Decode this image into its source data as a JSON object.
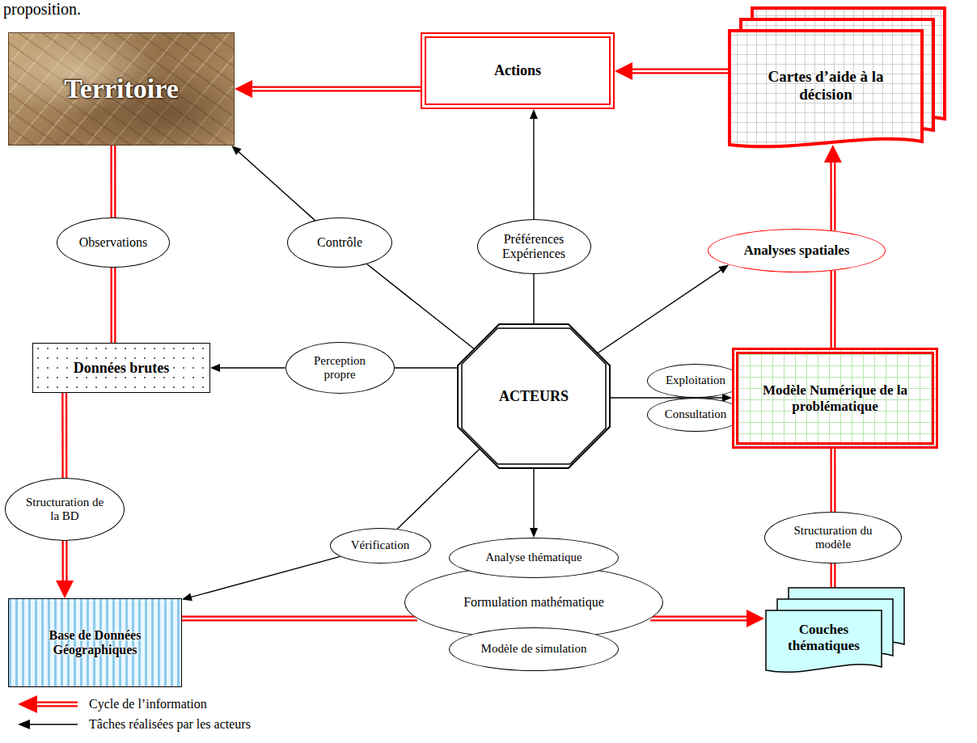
{
  "diagram": {
    "nodes": [
      {
        "text": [
          "Territoire"
        ]
      },
      {
        "text": [
          "Actions"
        ]
      },
      {
        "text": [
          "Cartes d’aide à la décision"
        ]
      },
      {
        "text": [
          "Observations"
        ]
      },
      {
        "text": [
          "Contrôle"
        ]
      },
      {
        "text": [
          "Préférences Expériences"
        ]
      },
      {
        "text": [
          "Analyses spatiales"
        ]
      },
      {
        "text": [
          "Données brutes"
        ]
      },
      {
        "text": [
          "Perception propre"
        ]
      },
      {
        "text": [
          "ACTEURS"
        ]
      },
      {
        "text": [
          "Exploitation"
        ]
      },
      {
        "text": [
          "Consultation"
        ]
      },
      {
        "text": [
          "Modèle Numérique de la problématique"
        ]
      },
      {
        "text": [
          "Structuration de la BD"
        ]
      },
      {
        "text": [
          "Vérification"
        ]
      },
      {
        "text": [
          "Analyse thématique"
        ]
      },
      {
        "text": [
          "Formulation mathématique"
        ]
      },
      {
        "text": [
          "Modèle de simulation"
        ]
      },
      {
        "text": [
          "Structuration du modèle"
        ]
      },
      {
        "text": [
          "Base de Données Géographiques"
        ]
      },
      {
        "text": [
          "Couches thématiques"
        ]
      }
    ],
    "edges": [
      {
        "from": 0,
        "to": 3,
        "arrow": "none"
      },
      {
        "from": 3,
        "to": 7,
        "arrow": "none"
      },
      {
        "from": 7,
        "to": 13,
        "arrow": "none"
      },
      {
        "from": 13,
        "to": 19,
        "arrow": "to"
      },
      {
        "from": 19,
        "to": 16,
        "arrow": "none"
      },
      {
        "from": 16,
        "to": 20,
        "arrow": "to"
      },
      {
        "from": 20,
        "to": 18,
        "arrow": "none"
      },
      {
        "from": 18,
        "to": 12,
        "arrow": "none"
      },
      {
        "from": 12,
        "to": 6,
        "arrow": "none"
      },
      {
        "from": 6,
        "to": 2,
        "arrow": "to"
      },
      {
        "from": 2,
        "to": 1,
        "arrow": "to"
      },
      {
        "from": 1,
        "to": 0,
        "arrow": "to"
      },
      {
        "from": 9,
        "to": 4,
        "arrow": "none"
      },
      {
        "from": 4,
        "to": 0,
        "arrow": "to"
      },
      {
        "from": 9,
        "to": 5,
        "arrow": "none"
      },
      {
        "from": 5,
        "to": 1,
        "arrow": "to"
      },
      {
        "from": 9,
        "to": 6,
        "arrow": "to"
      },
      {
        "from": 9,
        "to": 8,
        "arrow": "none"
      },
      {
        "from": 8,
        "to": 7,
        "arrow": "to"
      },
      {
        "from": 9,
        "to": 12,
        "arrow": "to"
      },
      {
        "from": 9,
        "to": 15,
        "arrow": "to"
      },
      {
        "from": 9,
        "to": 14,
        "arrow": "none"
      },
      {
        "from": 14,
        "to": 19,
        "arrow": "to"
      }
    ],
    "labels": [
      "proposition."
    ],
    "legend": [
      {
        "text": "Cycle de l’information"
      },
      {
        "text": "Tâches réalisées par les acteurs"
      }
    ]
  }
}
